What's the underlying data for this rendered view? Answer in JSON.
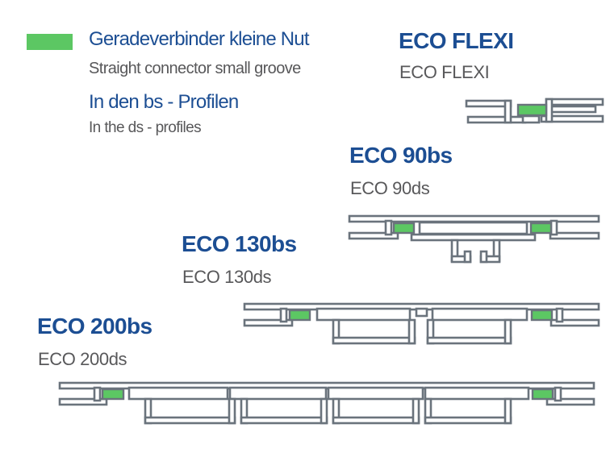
{
  "colors": {
    "accent_blue": "#1C4E93",
    "text_gray": "#58585A",
    "profile_outline": "#6A737C",
    "connector_green": "#5CC763"
  },
  "legend": {
    "swatch_icon": "green-connector-swatch",
    "title_de": "Geradeverbinder kleine Nut",
    "title_en": "Straight connector small groove",
    "subtitle_de": "In den bs - Profilen",
    "subtitle_en": "In the ds - profiles"
  },
  "profiles": [
    {
      "id": "eco-flexi",
      "name_bs": "ECO FLEXI",
      "name_ds": "ECO FLEXI",
      "connectors": 1
    },
    {
      "id": "eco-90",
      "name_bs": "ECO 90bs",
      "name_ds": "ECO 90ds",
      "connectors": 2
    },
    {
      "id": "eco-130",
      "name_bs": "ECO 130bs",
      "name_ds": "ECO 130ds",
      "connectors": 2
    },
    {
      "id": "eco-200",
      "name_bs": "ECO 200bs",
      "name_ds": "ECO 200ds",
      "connectors": 2
    }
  ]
}
